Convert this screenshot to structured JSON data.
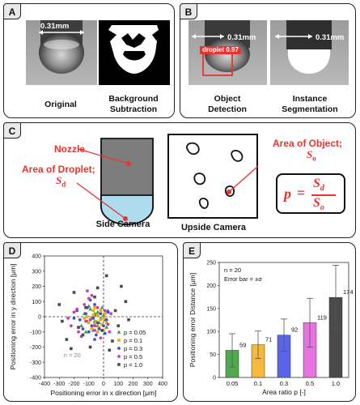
{
  "panel_a": {
    "label": "A",
    "scale": "0.31mm",
    "captions": {
      "original": "Original",
      "background_subtraction": "Background\nSubtraction"
    }
  },
  "panel_b": {
    "label": "B",
    "scale_left": "0.31mm",
    "scale_right": "0.31mm",
    "detection_label": "droplet 0.97",
    "captions": {
      "object_detection": "Object\nDetection",
      "instance_segmentation": "Instance\nSegmentation"
    }
  },
  "panel_c": {
    "label": "C",
    "nozzle": "Nozzle",
    "area_droplet": "Area of Droplet;",
    "area_droplet_sym": "S",
    "area_droplet_sub": "d",
    "area_object": "Area of Object;",
    "area_object_sym": "S",
    "area_object_sub": "o",
    "side_camera": "Side Camera",
    "upside_camera": "Upside Camera",
    "formula": {
      "lhs": "p",
      "eq": "=",
      "num_sym": "S",
      "num_sub": "d",
      "den_sym": "S",
      "den_sub": "o"
    }
  },
  "panel_d": {
    "label": "D",
    "n_note": "n = 20"
  },
  "panel_e": {
    "label": "E",
    "n_note": "n = 20",
    "errorbar_note": "Error bar = ±σ"
  },
  "colors": {
    "accent_red": "#e8332e",
    "panel_b_box": "#e8332e"
  },
  "chart_data": [
    {
      "type": "scatter",
      "xlabel": "Positioning error in x direction [μm]",
      "ylabel": "Positioning error in y direction [μm]",
      "xlim": [
        -400,
        400
      ],
      "ylim": [
        -400,
        400
      ],
      "xticks": [
        -400,
        -300,
        -200,
        -100,
        0,
        100,
        200,
        300,
        400
      ],
      "yticks": [
        -400,
        -300,
        -200,
        -100,
        0,
        100,
        200,
        300,
        400
      ],
      "legend_position": "bottom-right",
      "series": [
        {
          "name": "p = 0.05",
          "color": "#3f9f3f",
          "marker": "triangle",
          "points": [
            [
              -60,
              20
            ],
            [
              -20,
              -10
            ],
            [
              -90,
              50
            ],
            [
              -40,
              -60
            ],
            [
              10,
              -20
            ],
            [
              -110,
              -30
            ],
            [
              -70,
              -90
            ],
            [
              30,
              40
            ],
            [
              -50,
              10
            ],
            [
              -130,
              20
            ],
            [
              -30,
              -40
            ],
            [
              -80,
              -10
            ],
            [
              0,
              10
            ],
            [
              -100,
              70
            ],
            [
              -60,
              -30
            ],
            [
              20,
              -70
            ],
            [
              -150,
              -60
            ],
            [
              -40,
              30
            ],
            [
              -10,
              60
            ],
            [
              -120,
              -100
            ]
          ]
        },
        {
          "name": "p = 0.1",
          "color": "#f2a51a",
          "marker": "square",
          "points": [
            [
              -20,
              -20
            ],
            [
              -60,
              -50
            ],
            [
              0,
              -10
            ],
            [
              -90,
              -20
            ],
            [
              -40,
              10
            ],
            [
              -70,
              40
            ],
            [
              -30,
              -70
            ],
            [
              10,
              20
            ],
            [
              -110,
              0
            ],
            [
              -50,
              -30
            ],
            [
              -80,
              -80
            ],
            [
              -20,
              40
            ],
            [
              20,
              -40
            ],
            [
              -60,
              60
            ],
            [
              -100,
              -40
            ],
            [
              -130,
              -10
            ],
            [
              -10,
              -50
            ],
            [
              -40,
              -100
            ],
            [
              -70,
              10
            ],
            [
              0,
              -90
            ]
          ]
        },
        {
          "name": "p = 0.3",
          "color": "#3b53c6",
          "marker": "circle",
          "points": [
            [
              -80,
              -60
            ],
            [
              -40,
              -40
            ],
            [
              -120,
              20
            ],
            [
              0,
              -60
            ],
            [
              -160,
              -20
            ],
            [
              -60,
              80
            ],
            [
              20,
              -20
            ],
            [
              -100,
              -100
            ],
            [
              -20,
              20
            ],
            [
              -140,
              -80
            ],
            [
              -50,
              -120
            ],
            [
              30,
              30
            ],
            [
              -90,
              110
            ],
            [
              -70,
              -10
            ],
            [
              -180,
              40
            ],
            [
              10,
              -110
            ],
            [
              -30,
              -80
            ],
            [
              -110,
              60
            ],
            [
              -60,
              -150
            ],
            [
              -200,
              -10
            ]
          ]
        },
        {
          "name": "p = 0.5",
          "color": "#c63fb0",
          "marker": "circle",
          "points": [
            [
              -120,
              -30
            ],
            [
              -60,
              -90
            ],
            [
              -180,
              50
            ],
            [
              30,
              -50
            ],
            [
              -100,
              120
            ],
            [
              -220,
              -60
            ],
            [
              -40,
              60
            ],
            [
              10,
              40
            ],
            [
              -150,
              -130
            ],
            [
              -80,
              140
            ],
            [
              -200,
              30
            ],
            [
              40,
              -100
            ],
            [
              -130,
              80
            ],
            [
              -20,
              -140
            ],
            [
              -240,
              -10
            ],
            [
              -60,
              -60
            ],
            [
              -170,
              -100
            ],
            [
              50,
              20
            ],
            [
              -90,
              -20
            ],
            [
              -110,
              170
            ]
          ]
        },
        {
          "name": "p = 1.0",
          "color": "#4a4a4a",
          "marker": "square",
          "points": [
            [
              -140,
              -120
            ],
            [
              20,
              270
            ],
            [
              120,
              200
            ],
            [
              -280,
              -30
            ],
            [
              -200,
              160
            ],
            [
              60,
              -160
            ],
            [
              -90,
              -200
            ],
            [
              150,
              100
            ],
            [
              -250,
              -150
            ],
            [
              -40,
              190
            ],
            [
              80,
              40
            ],
            [
              -170,
              -70
            ],
            [
              -300,
              80
            ],
            [
              100,
              -60
            ],
            [
              -60,
              130
            ],
            [
              -220,
              -210
            ],
            [
              40,
              -220
            ],
            [
              170,
              -20
            ],
            [
              -120,
              60
            ],
            [
              -10,
              -90
            ]
          ]
        }
      ]
    },
    {
      "type": "bar",
      "xlabel": "Area ratio p [-]",
      "ylabel": "Positioning error Distance [μm]",
      "categories": [
        "0.05",
        "0.1",
        "0.3",
        "0.5",
        "1.0"
      ],
      "values": [
        59,
        71,
        92,
        119,
        174
      ],
      "errors": [
        36,
        30,
        35,
        53,
        70
      ],
      "bar_colors": [
        "#4daa4d",
        "#f7b93a",
        "#5a64e8",
        "#e873e3",
        "#4a4a4a"
      ],
      "ylim": [
        0,
        250
      ],
      "yticks": [
        0,
        50,
        100,
        150,
        200,
        250
      ],
      "grid": false
    }
  ]
}
